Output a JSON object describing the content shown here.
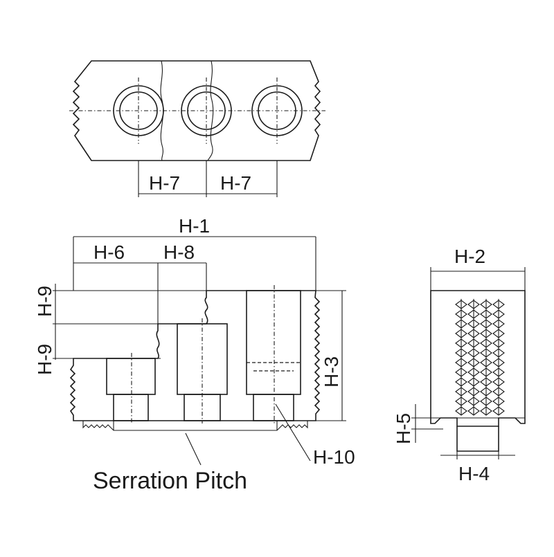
{
  "diagram": {
    "top_view": {
      "labels": {
        "left_pitch": "H-7",
        "right_pitch": "H-7"
      }
    },
    "side_view": {
      "labels": {
        "overall_length": "H-1",
        "step_a": "H-6",
        "step_b": "H-8",
        "step_height_upper": "H-9",
        "step_height_lower": "H-9",
        "height": "H-3",
        "hole_depth": "H-10"
      },
      "caption": "Serration Pitch"
    },
    "end_view": {
      "labels": {
        "width": "H-2",
        "key_height": "H-5",
        "key_width": "H-4"
      }
    }
  }
}
